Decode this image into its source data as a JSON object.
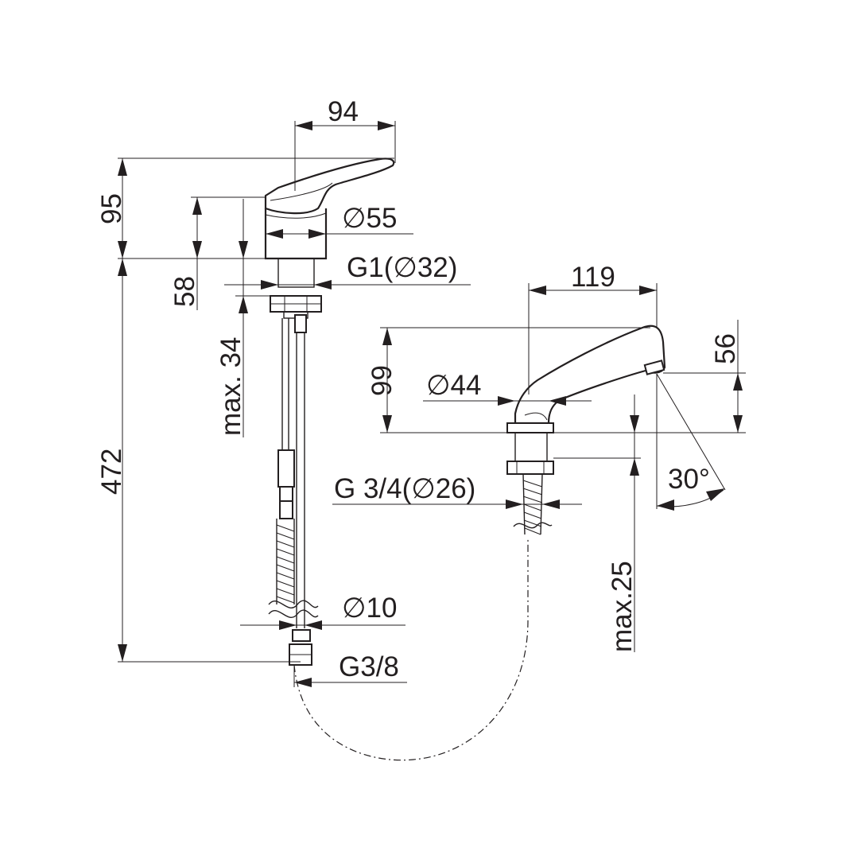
{
  "drawing": {
    "dimensions": {
      "width_94": "94",
      "height_95": "95",
      "diam_55": "∅55",
      "thread_g1": "G1(∅32)",
      "height_58": "58",
      "max_34": "max. 34",
      "height_472": "472",
      "diam_10": "∅10",
      "thread_g38": "G3/8",
      "reach_119": "119",
      "height_99": "99",
      "height_56": "56",
      "diam_44": "∅44",
      "thread_g34": "G 3/4(∅26)",
      "angle_30": "30°",
      "max_25": "max.25"
    }
  }
}
